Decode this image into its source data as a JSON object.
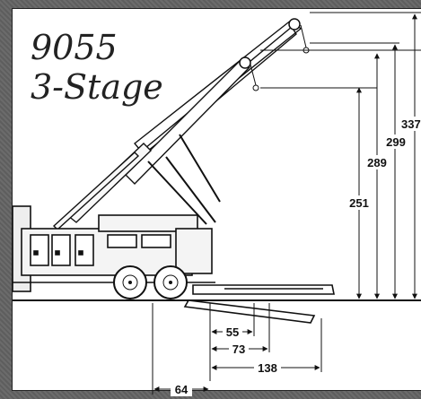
{
  "title": {
    "line1": "9055",
    "line2": "3-Stage"
  },
  "heights": [
    "251",
    "289",
    "299",
    "337"
  ],
  "reaches": [
    "55",
    "73",
    "138",
    "64"
  ],
  "colors": {
    "line": "#111111",
    "truck": "#f4f4f4",
    "ground": "#222222",
    "background": "#5e5e5e"
  }
}
